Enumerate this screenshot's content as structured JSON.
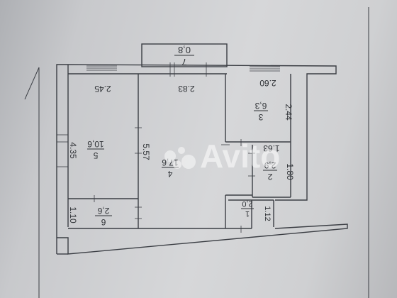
{
  "balcony": {
    "number": "7",
    "area": "0,8"
  },
  "rooms": [
    {
      "id": "left-bedroom",
      "number": "5",
      "area": "10,6",
      "width_label": "2.45",
      "length_label": "4.35"
    },
    {
      "id": "hall",
      "number": "4",
      "area": "17,6",
      "width_label": "2.83",
      "length_label": "5.57"
    },
    {
      "id": "kitchen",
      "number": "3",
      "area": "6,3",
      "width_label": "2.60",
      "length_label": "2.44"
    },
    {
      "id": "bath",
      "number": "2",
      "area": "2,9",
      "width_label": "1.63",
      "length_label": "1.80"
    },
    {
      "id": "wc",
      "number": "1",
      "area": "2,0",
      "width_label": "1.12"
    },
    {
      "id": "pantry",
      "number": "6",
      "area": "2,6",
      "length_label": "1.10"
    }
  ],
  "watermark": "Avito"
}
